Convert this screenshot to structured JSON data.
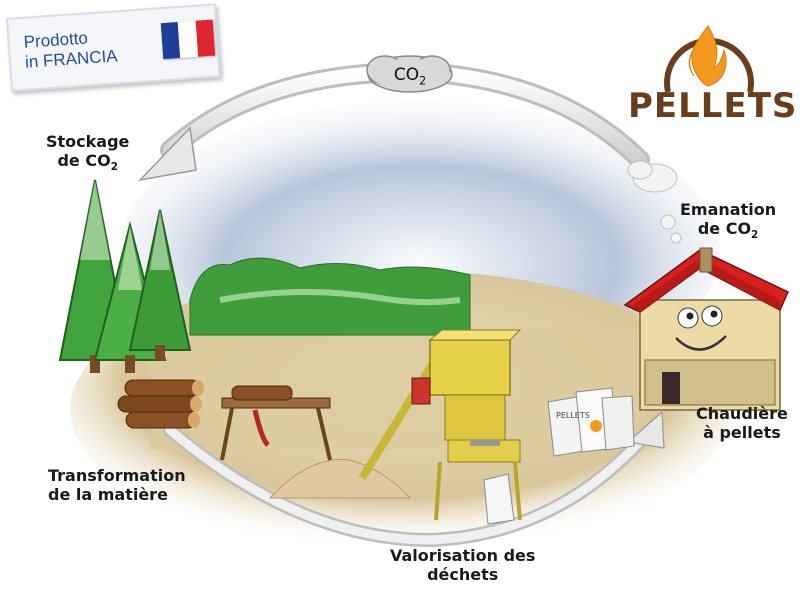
{
  "badge": {
    "line1": "Prodotto",
    "line2": "in FRANCIA",
    "flag_colors": [
      "#1f3f99",
      "#ffffff",
      "#e0252e"
    ]
  },
  "logo": {
    "text": "PELLETS",
    "icon": "flame-icon",
    "ring_color": "#6a3d1c",
    "flame_color": "#f39a1e"
  },
  "cycle": {
    "top_cloud_label": "CO2",
    "labels": {
      "storage": {
        "line1": "Stockage",
        "line2": "de CO2"
      },
      "emanation": {
        "line1": "Emanation",
        "line2": "de CO2"
      },
      "boiler": {
        "line1": "Chaudière",
        "line2": "à pellets"
      },
      "transformation": {
        "line1": "Transformation",
        "line2": "de la matière"
      },
      "valorisation": {
        "line1": "Valorisation des",
        "line2": "déchets"
      }
    },
    "pellet_bag_label": "PELLETS"
  },
  "colors": {
    "sky": "#7b8fae",
    "ground": "#dccba0",
    "forest": "#3e9d3a",
    "roof": "#d8211d",
    "house_wall": "#ecdba6",
    "machine": "#e6d24a",
    "arrow": "#eaeaea"
  }
}
